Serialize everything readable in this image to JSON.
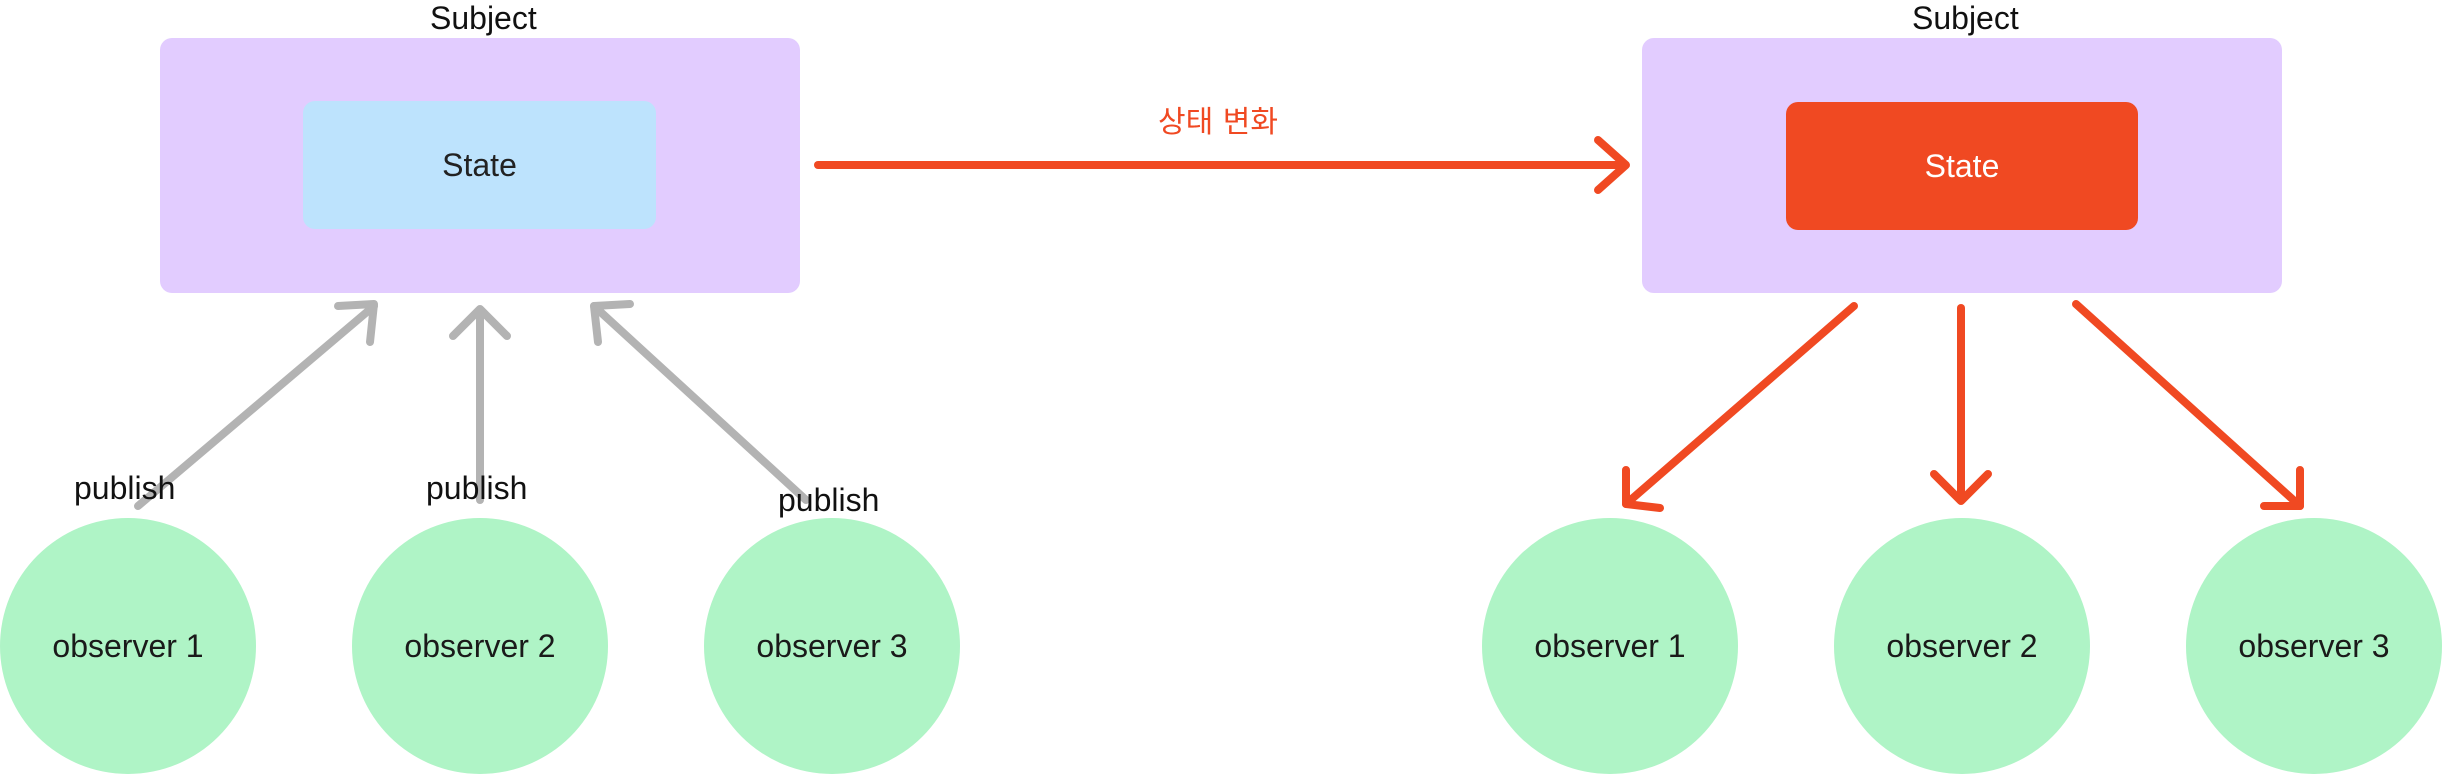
{
  "left": {
    "subject_label": "Subject",
    "state_label": "State",
    "publish_labels": [
      "publish",
      "publish",
      "publish"
    ],
    "observers": [
      "observer 1",
      "observer 2",
      "observer 3"
    ]
  },
  "right": {
    "subject_label": "Subject",
    "state_label": "State",
    "observers": [
      "observer 1",
      "observer 2",
      "observer 3"
    ]
  },
  "transition_label": "상태 변화",
  "colors": {
    "subject_fill": "#e2ccff",
    "state_fill": "#bde3fd",
    "state_changed_fill": "#f04922",
    "observer_fill": "#aff4c6",
    "publish_arrow": "#b3b3b3",
    "notify_arrow": "#f04922"
  }
}
